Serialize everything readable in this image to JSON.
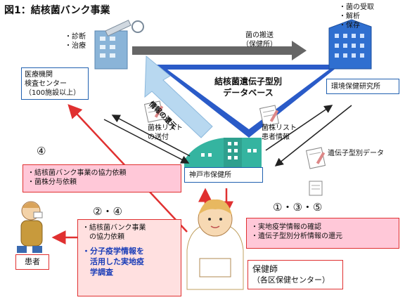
{
  "figure": {
    "title": "図1：結核菌バンク事業"
  },
  "database": {
    "line1": "結核菌遺伝子型別",
    "line2": "データベース"
  },
  "medical": {
    "notes": [
      "・診断",
      "・治療"
    ],
    "box_lines": [
      "医療機関",
      "検査センター",
      "（100施設以上）"
    ]
  },
  "lab": {
    "notes": [
      "・菌の受取",
      "・解析",
      "・保存"
    ],
    "box_label": "環境保健研究所"
  },
  "labels": {
    "transport": [
      "菌の搬送",
      "（保健所）"
    ],
    "feedback": "情報の還元",
    "strain_list_left": [
      "菌株リスト",
      "の送付"
    ],
    "strain_list_right": [
      "菌株リスト",
      "患者情報"
    ],
    "genotype_data": "遺伝子型別データ"
  },
  "health_center": {
    "label": "神戸市保健所"
  },
  "steps": {
    "s4": "④",
    "s24": "②・④",
    "s135": "①・③・⑤"
  },
  "left_request": {
    "lines": [
      "・結核菌バンク事業の協力依頼",
      "・菌株分与依頼"
    ]
  },
  "patient_request": {
    "lines": [
      "・結核菌バンク事業",
      "　の協力依頼"
    ],
    "blue_lines": [
      "・分子疫学情報を",
      "　活用した実地疫",
      "　学調査"
    ]
  },
  "right_info": {
    "lines": [
      "・実地疫学情報の確認",
      "・遺伝子型別分析情報の還元"
    ]
  },
  "patient": {
    "label": "患者"
  },
  "nurse": {
    "lines": [
      "保健師",
      "（各区保健センター）"
    ]
  },
  "colors": {
    "blue_border": "#2060b0",
    "red": "#e03030",
    "pink_bg": "#ffc8d8",
    "light_pink_bg": "#ffe0e0",
    "database_blue": "#2a5bc8",
    "teal_building": "#35b4a0"
  }
}
